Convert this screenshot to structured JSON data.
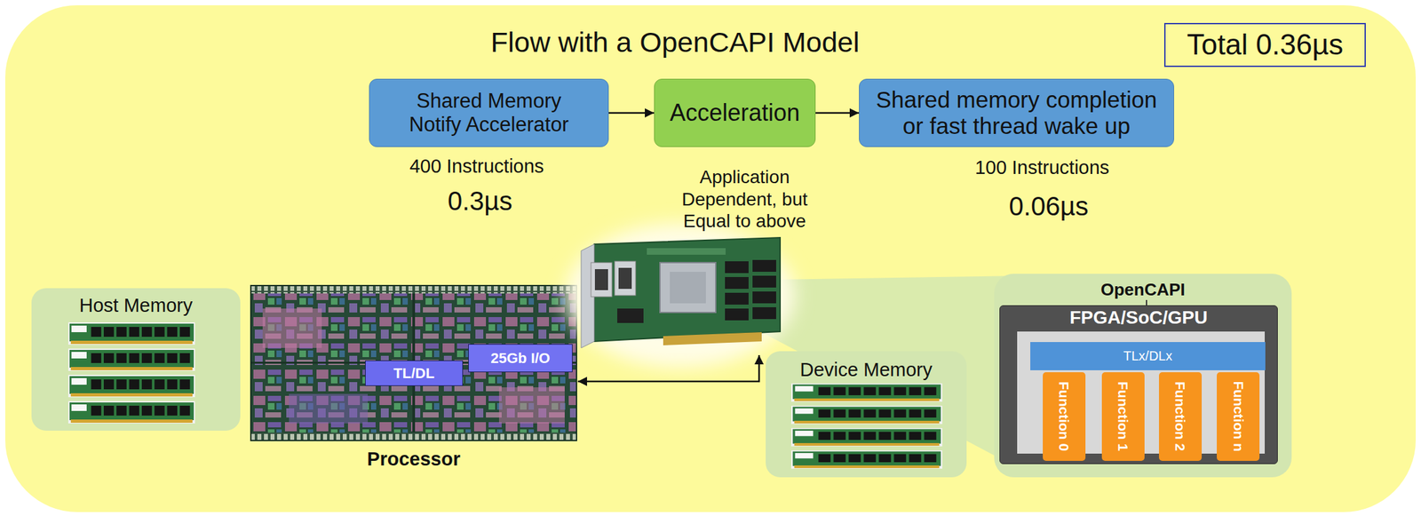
{
  "diagram": {
    "title": "Flow with a OpenCAPI Model",
    "nodes": [
      {
        "text": [
          "Shared Memory Notify Accelerator"
        ]
      },
      {
        "text": [
          "Acceleration"
        ]
      },
      {
        "text": [
          "Shared memory completion or fast thread wake up"
        ]
      },
      {
        "text": [
          "Total 0.36µs"
        ]
      },
      {
        "text": [
          "Host Memory"
        ]
      },
      {
        "text": [
          "Processor"
        ]
      },
      {
        "text": [
          "TL/DL"
        ],
        "in": 5
      },
      {
        "text": [
          "25Gb I/O"
        ],
        "in": 5
      },
      {
        "text": [
          "Device Memory"
        ]
      },
      {
        "text": [
          "OpenCAPI"
        ]
      },
      {
        "text": [
          "FPGA/SoC/GPU"
        ],
        "in": 9
      },
      {
        "text": [
          "TLx/DLx"
        ],
        "in": 10
      },
      {
        "text": [
          "Function 0"
        ],
        "in": 10
      },
      {
        "text": [
          "Function 1"
        ],
        "in": 10
      },
      {
        "text": [
          "Function 2"
        ],
        "in": 10
      },
      {
        "text": [
          "Function n"
        ],
        "in": 10
      }
    ],
    "edges": [
      {
        "from": 0,
        "to": 1,
        "arrow": "to"
      },
      {
        "from": 1,
        "to": 2,
        "arrow": "to"
      }
    ],
    "labels": [
      "400 Instructions",
      "0.3µs",
      "Application Dependent, but Equal to above",
      "100 Instructions",
      "0.06µs"
    ]
  }
}
